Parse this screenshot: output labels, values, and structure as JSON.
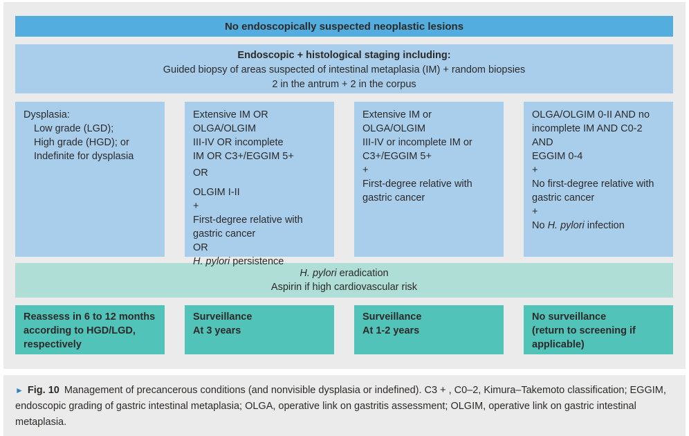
{
  "colors": {
    "header_blue": "#53AEDF",
    "light_blue": "#A9CEEC",
    "pale_teal": "#AFDED6",
    "teal": "#52C3B9",
    "panel_gray": "#EBEBEB",
    "triangle_blue": "#2F7FC1",
    "text": "#2B2A29"
  },
  "header": {
    "title": "No endoscopically suspected neoplastic lesions"
  },
  "staging": {
    "title": "Endoscopic + histological staging including:",
    "line2": "Guided biopsy of areas suspected of intestinal metaplasia (IM) + random biopsies",
    "line3": "2 in the antrum + 2 in the corpus"
  },
  "criteria": {
    "col1": {
      "title": "Dysplasia:",
      "items": [
        "Low grade (LGD);",
        "High grade (HGD); or",
        "Indefinite for dysplasia"
      ]
    },
    "col2": {
      "para1": [
        "Extensive IM OR OLGA/OLGIM",
        "III-IV OR incomplete",
        "IM OR C3+/EGGIM 5+"
      ],
      "or1": "OR",
      "line_olgim": "OLGIM I-II",
      "plus": "+",
      "line_rel1": "First-degree relative with",
      "line_rel2": "gastric cancer",
      "or2": "OR",
      "hp_italic": "H. pylori",
      "hp_rest": " persistence"
    },
    "col3": {
      "lines": [
        "Extensive IM or OLGA/OLGIM",
        "III-IV or incomplete IM or",
        "C3+/EGGIM 5+",
        "+",
        "First-degree relative with",
        "gastric cancer"
      ]
    },
    "col4": {
      "lines": [
        "OLGA/OLGIM 0-II AND no",
        "incomplete IM AND C0-2 AND",
        "EGGIM 0-4",
        "+",
        "No first-degree relative with",
        "gastric cancer",
        "+"
      ],
      "hp_prefix": "No ",
      "hp_italic": "H. pylori",
      "hp_rest": " infection"
    }
  },
  "eradication": {
    "line1_italic": "H. pylori",
    "line1_rest": " eradication",
    "line2": "Aspirin if high cardiovascular risk"
  },
  "outcomes": [
    {
      "lines": [
        "Reassess in 6 to 12 months",
        "according to HGD/LGD,",
        "respectively"
      ]
    },
    {
      "lines": [
        "Surveillance",
        "At 3 years"
      ]
    },
    {
      "lines": [
        "Surveillance",
        "At 1-2 years"
      ]
    },
    {
      "lines": [
        "No surveillance",
        "(return to screening if",
        "applicable)"
      ]
    }
  ],
  "caption": {
    "marker": "►",
    "label": "Fig. 10",
    "text": "Management of precancerous conditions (and nonvisible dysplasia or indefined). C3 + , C0–2, Kimura–Takemoto classification; EGGIM, endoscopic grading of gastric intestinal metaplasia; OLGA, operative link on gastritis assessment; OLGIM, operative link on gastric intestinal metaplasia."
  }
}
